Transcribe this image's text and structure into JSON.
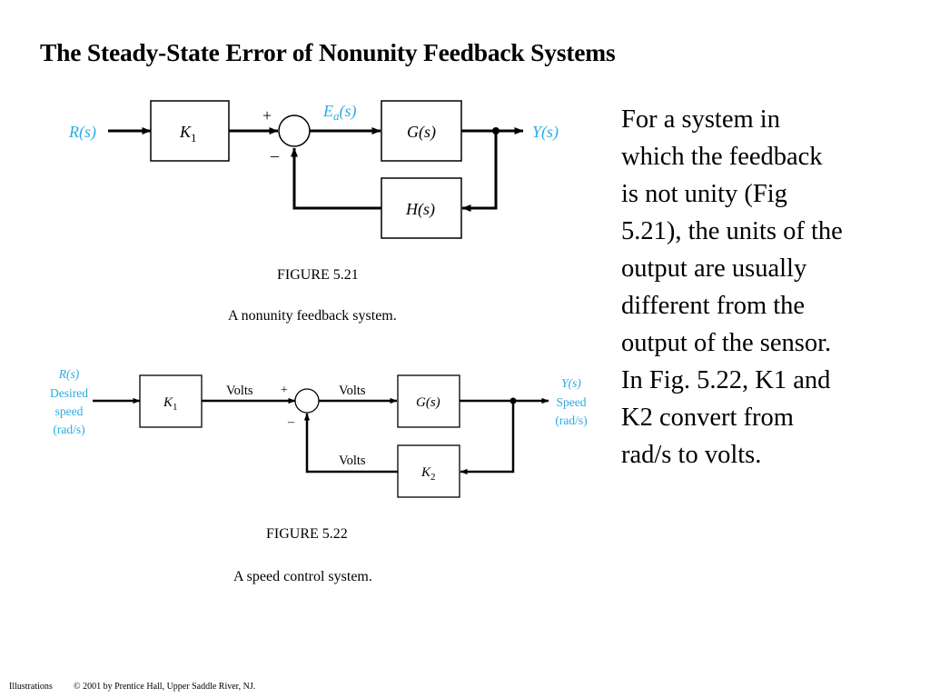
{
  "title": "The Steady-State Error of Nonunity Feedback Systems",
  "body_lines": [
    "For a system in",
    "which the feedback",
    "is not unity (Fig",
    "5.21), the units of the",
    "output are usually",
    "different from the",
    "output of the sensor.",
    "In Fig. 5.22, K1 and",
    "K2 convert from",
    "rad/s to volts."
  ],
  "figure_21": {
    "input": "R(s)",
    "block_k1": "K",
    "block_k1_sub": "1",
    "error_signal": "E",
    "error_signal_sub": "a",
    "error_signal_arg": "(s)",
    "sign_plus": "+",
    "sign_minus": "–",
    "block_g": "G(s)",
    "block_h": "H(s)",
    "output": "Y(s)",
    "figure_label": "FIGURE 5.21",
    "caption": "A nonunity feedback system."
  },
  "figure_22": {
    "input_lines": [
      "R(s)",
      "Desired",
      "speed",
      "(rad/s)"
    ],
    "block_k1": "K",
    "block_k1_sub": "1",
    "volts_1": "Volts",
    "volts_2": "Volts",
    "volts_3": "Volts",
    "sign_plus": "+",
    "sign_minus": "–",
    "block_g": "G(s)",
    "block_k2": "K",
    "block_k2_sub": "2",
    "output_lines": [
      "Y(s)",
      "Speed",
      "(rad/s)"
    ],
    "figure_label": "FIGURE 5.22",
    "caption": "A speed control system."
  },
  "footer": {
    "left": "Illustrations",
    "right": "© 2001 by Prentice Hall, Upper Saddle River, NJ."
  },
  "colors": {
    "signal_label": "#29abe2",
    "line": "#000000"
  }
}
